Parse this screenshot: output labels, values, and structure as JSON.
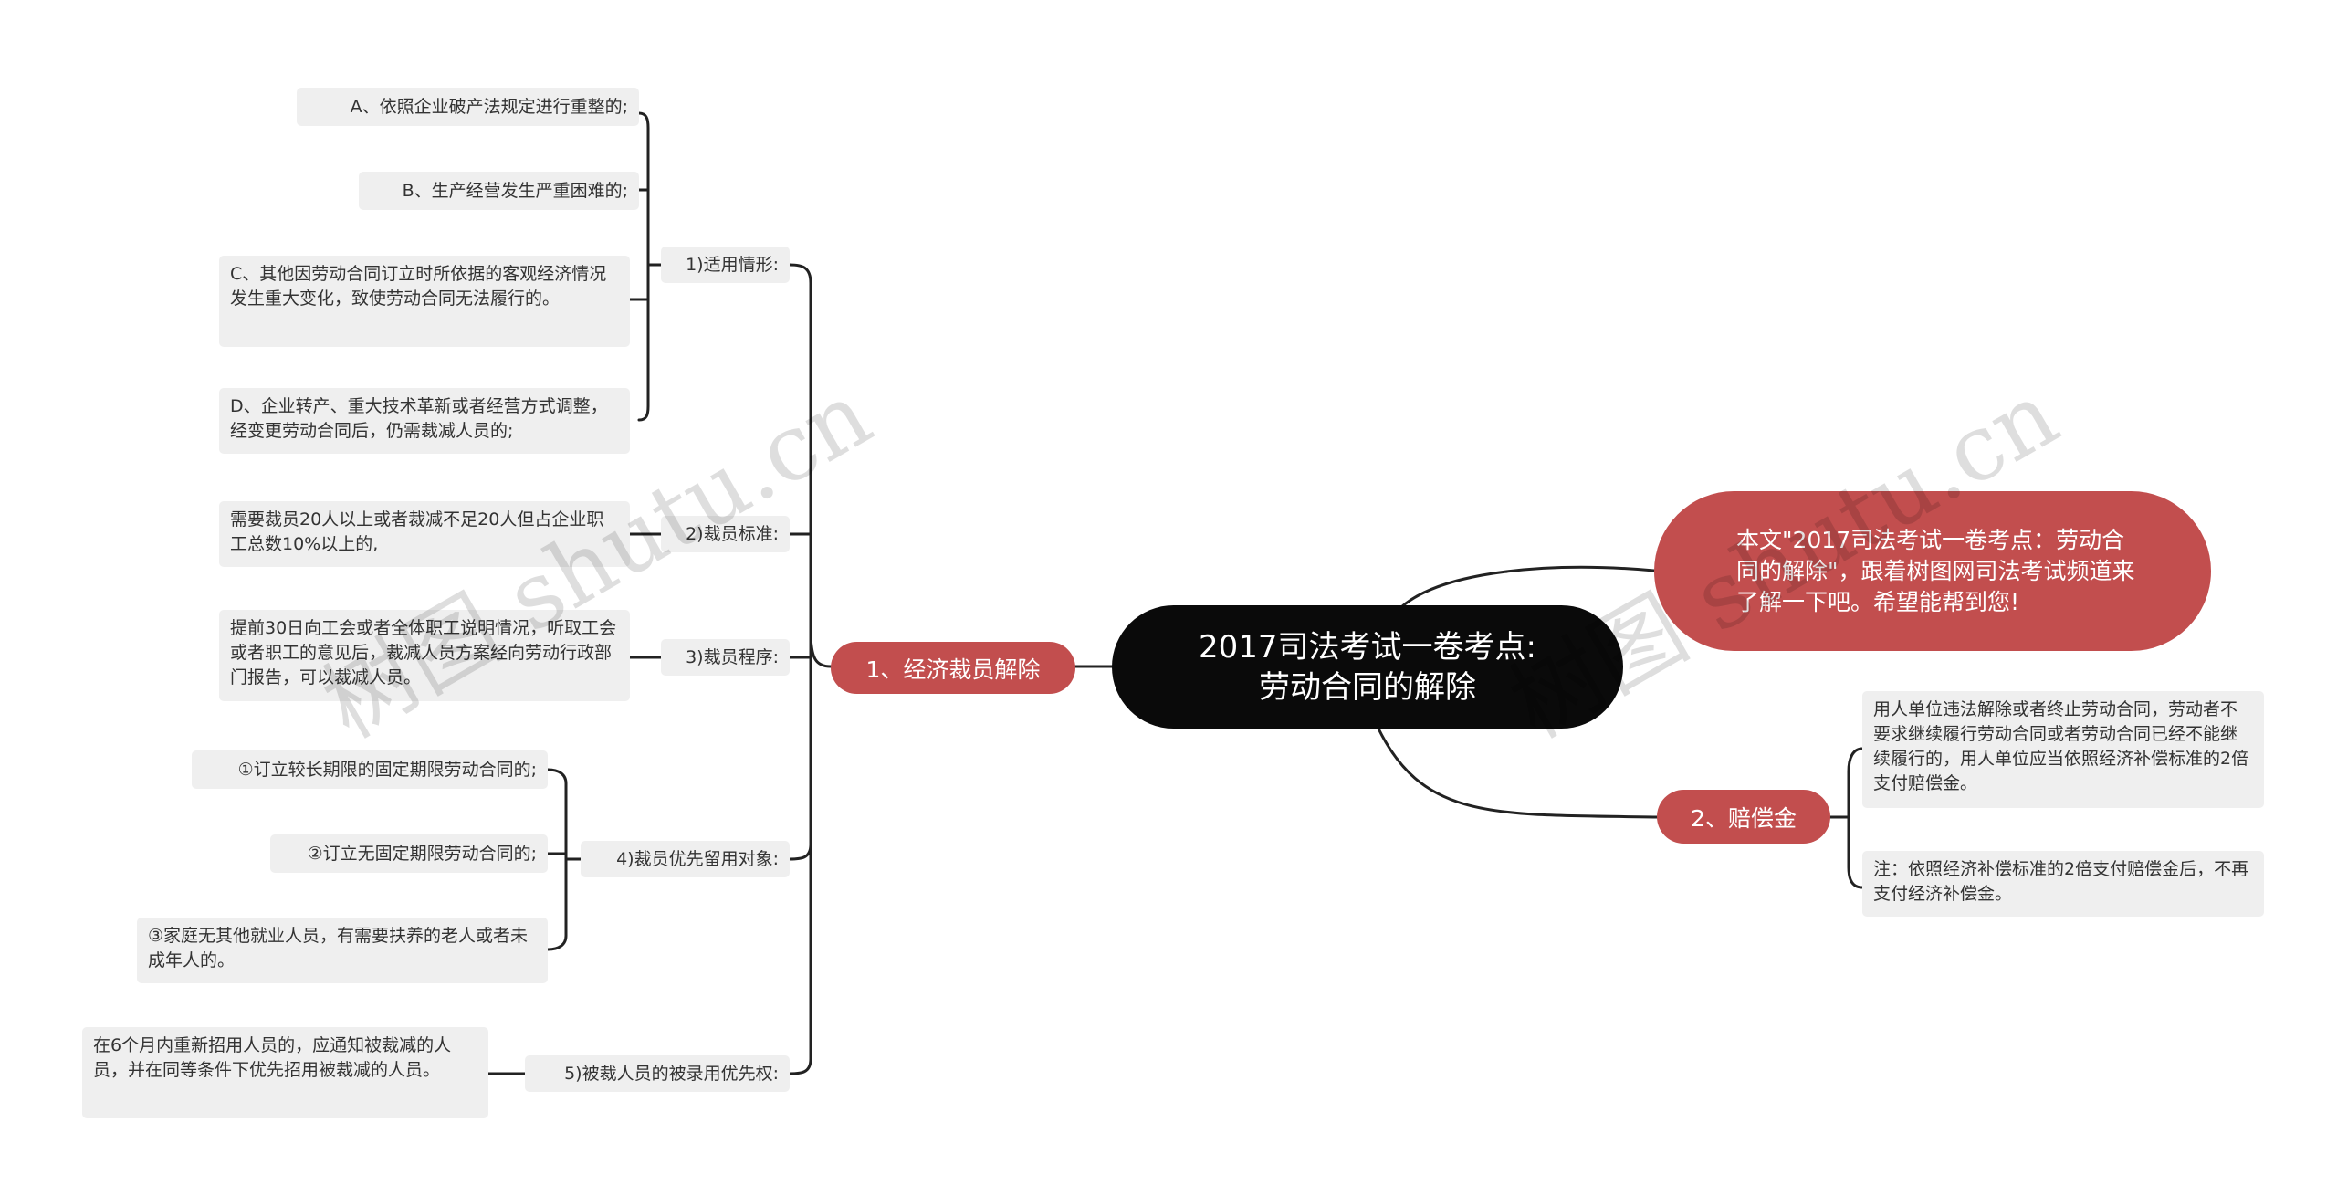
{
  "central": "2017司法考试一卷考点:\n劳动合同的解除",
  "intro_note": "本文\"2017司法考试一卷考点：劳动合同的解除\"，跟着树图网司法考试频道来了解一下吧。希望能帮到您!",
  "branches": {
    "economic_layoff": {
      "label": "1、经济裁员解除",
      "applicable_cases": {
        "label": "1)适用情形:",
        "items": [
          "A、依照企业破产法规定进行重整的;",
          "B、生产经营发生严重困难的;",
          "C、其他因劳动合同订立时所依据的客观经济情况发生重大变化，致使劳动合同无法履行的。",
          "D、企业转产、重大技术革新或者经营方式调整，经变更劳动合同后，仍需裁减人员的;"
        ]
      },
      "layoff_standard": {
        "label": "2)裁员标准:",
        "items": [
          "需要裁员20人以上或者裁减不足20人但占企业职工总数10%以上的,"
        ]
      },
      "layoff_procedure": {
        "label": "3)裁员程序:",
        "items": [
          "提前30日向工会或者全体职工说明情况，听取工会或者职工的意见后，裁减人员方案经向劳动行政部门报告，可以裁减人员。"
        ]
      },
      "priority_retention": {
        "label": "4)裁员优先留用对象:",
        "items": [
          "①订立较长期限的固定期限劳动合同的;",
          "②订立无固定期限劳动合同的;",
          "③家庭无其他就业人员，有需要扶养的老人或者未成年人的。"
        ]
      },
      "rehire_priority": {
        "label": "5)被裁人员的被录用优先权:",
        "items": [
          "在6个月内重新招用人员的，应通知被裁减的人员，并在同等条件下优先招用被裁减的人员。"
        ]
      }
    },
    "compensation": {
      "label": "2、赔偿金",
      "items": [
        "用人单位违法解除或者终止劳动合同，劳动者不要求继续履行劳动合同或者劳动合同已经不能继续履行的，用人单位应当依照经济补偿标准的2倍支付赔偿金。",
        "注：依照经济补偿标准的2倍支付赔偿金后，不再支付经济补偿金。"
      ]
    }
  },
  "watermarks": [
    "树图 shutu.cn",
    "树图 shutu.cn"
  ],
  "colors": {
    "central_bg": "#0a0a0a",
    "branch_bg": "#c24e4e",
    "leaf_bg": "#efefef",
    "line": "#222222"
  }
}
